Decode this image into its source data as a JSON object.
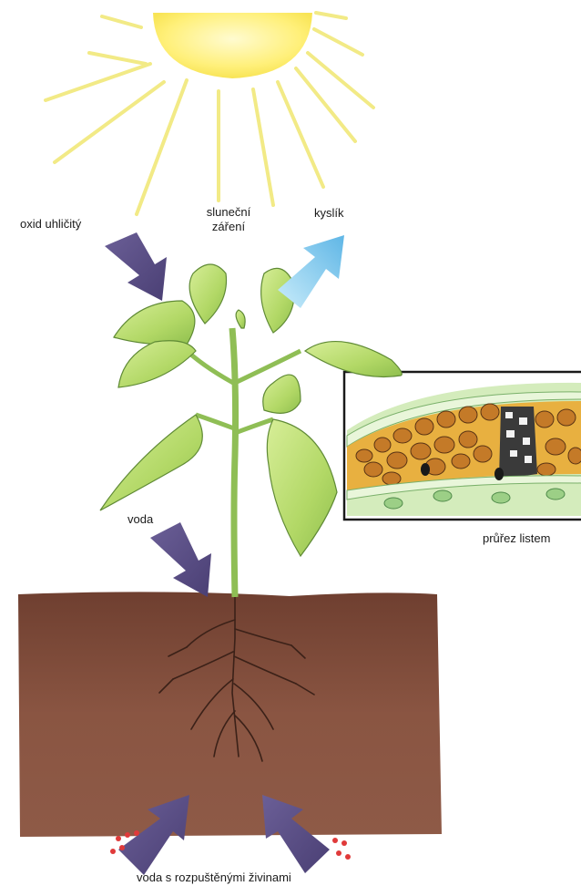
{
  "labels": {
    "carbon_dioxide": "oxid uhličitý",
    "sunlight_line1": "sluneční",
    "sunlight_line2": "záření",
    "oxygen": "kyslík",
    "water": "voda",
    "leaf_cross_section": "průřez listem",
    "water_with_nutrients": "voda s rozpuštěnými živinami"
  },
  "icons": [
    "sun-icon",
    "plant-icon",
    "arrow-icon",
    "leaf-section-icon",
    "soil-icon"
  ],
  "colors": {
    "sun": "#fff07a",
    "sun_rays": "#f3ec8a",
    "input_arrows": "#5b4f86",
    "oxygen_arrow": "#7cc6ea",
    "soil": "#7a4535",
    "leaf": "#b8dc6a",
    "stem": "#9cc85a",
    "nutrient_dots": "#e03a3a"
  }
}
